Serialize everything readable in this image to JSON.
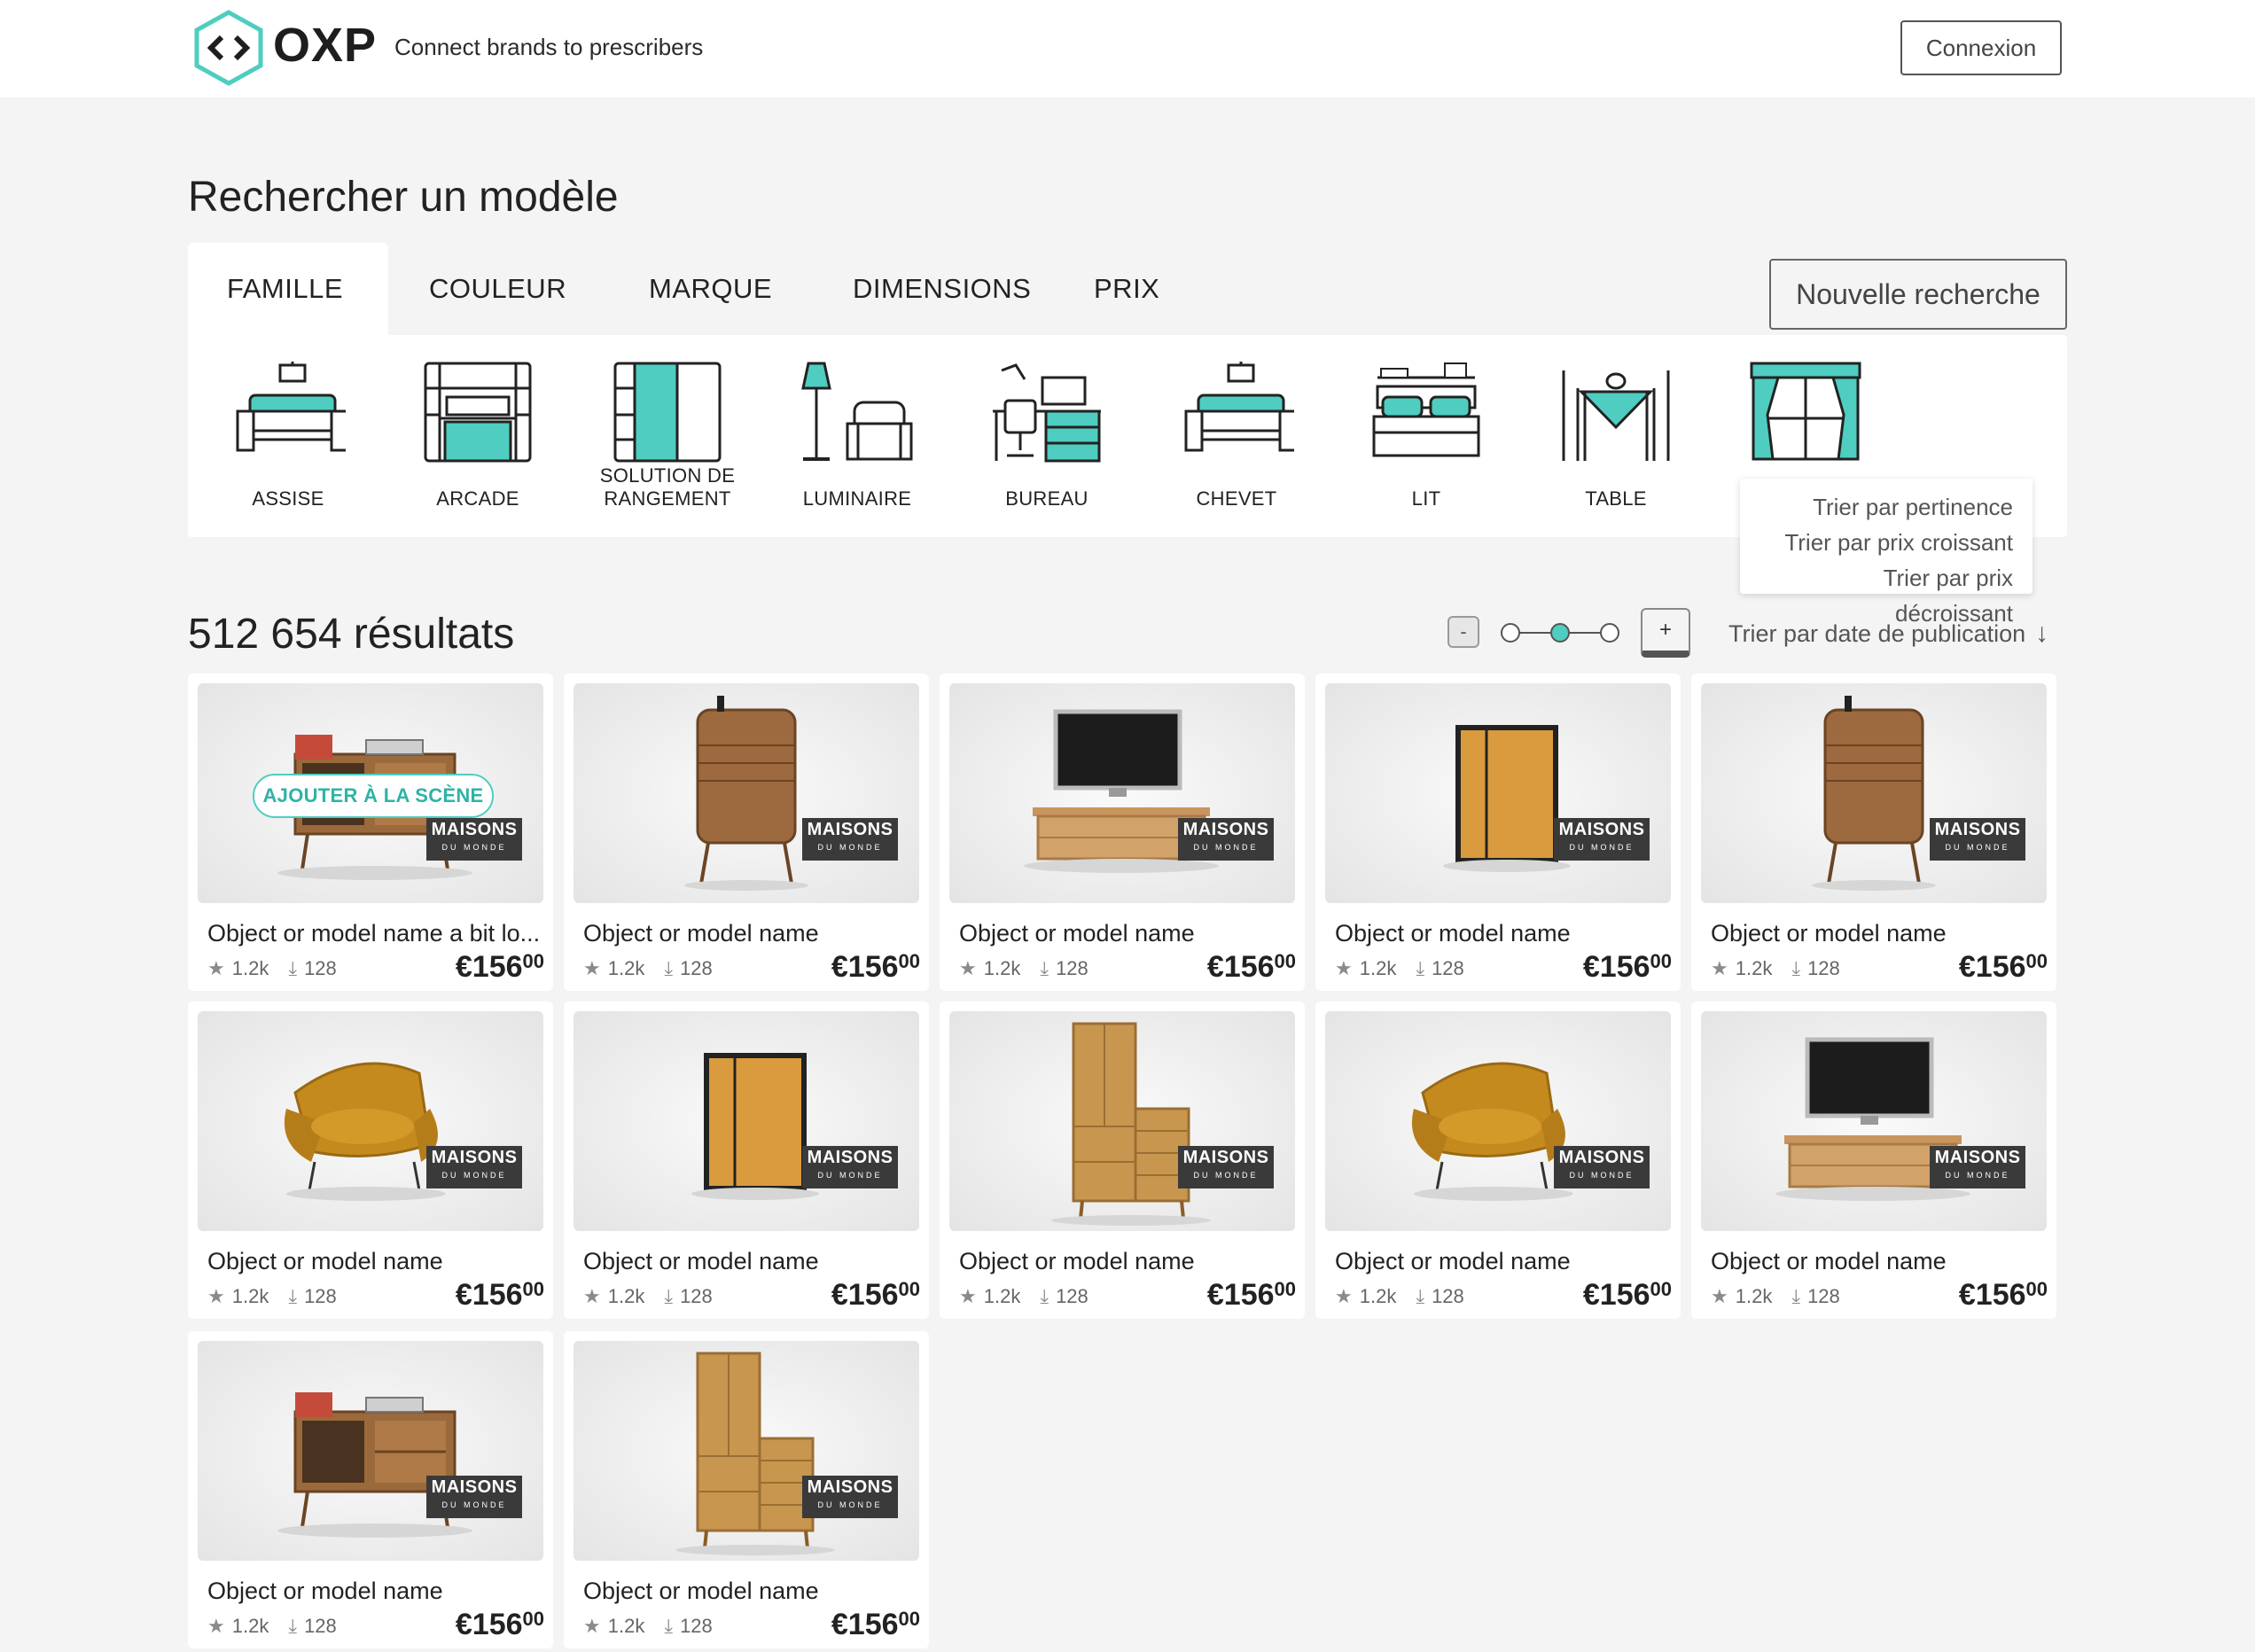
{
  "header": {
    "brand": "OXP",
    "tagline": "Connect brands to prescribers",
    "login_label": "Connexion"
  },
  "page_title": "Rechercher un modèle",
  "tabs": [
    {
      "label": "FAMILLE",
      "active": true
    },
    {
      "label": "COULEUR",
      "active": false
    },
    {
      "label": "MARQUE",
      "active": false
    },
    {
      "label": "DIMENSIONS",
      "active": false
    },
    {
      "label": "PRIX",
      "active": false
    }
  ],
  "new_search_label": "Nouvelle recherche",
  "categories": [
    {
      "label": "ASSISE",
      "icon": "sofa-icon"
    },
    {
      "label": "ARCADE",
      "icon": "arcade-icon"
    },
    {
      "label": "SOLUTION DE",
      "label2": "RANGEMENT",
      "icon": "wardrobe-icon"
    },
    {
      "label": "LUMINAIRE",
      "icon": "lamp-icon"
    },
    {
      "label": "BUREAU",
      "icon": "desk-icon"
    },
    {
      "label": "CHEVET",
      "icon": "sofa-icon"
    },
    {
      "label": "LIT",
      "icon": "bed-icon"
    },
    {
      "label": "TABLE",
      "icon": "table-icon"
    },
    {
      "label": "",
      "icon": "curtain-window-icon"
    }
  ],
  "sort": {
    "options": [
      "Trier par pertinence",
      "Trier par prix croissant",
      "Trier par prix décroissant"
    ],
    "current": "Trier par date de publication"
  },
  "zoom": {
    "minus": "-",
    "plus": "+",
    "level": 2,
    "levels": 3
  },
  "results_count": "512 654 résultats",
  "add_scene_label": "AJOUTER À LA SCÈNE",
  "brand_badge": {
    "line1": "MAISONS",
    "line2": "DU MONDE"
  },
  "products": [
    {
      "name": "Object or model name a bit lo...",
      "likes": "1.2k",
      "downloads": "128",
      "price": "€156",
      "cents": "00",
      "kind": "record-cabinet"
    },
    {
      "name": "Object or model name",
      "likes": "1.2k",
      "downloads": "128",
      "price": "€156",
      "cents": "00",
      "kind": "secretary"
    },
    {
      "name": "Object or model name",
      "likes": "1.2k",
      "downloads": "128",
      "price": "€156",
      "cents": "00",
      "kind": "tv-stand"
    },
    {
      "name": "Object or model name",
      "likes": "1.2k",
      "downloads": "128",
      "price": "€156",
      "cents": "00",
      "kind": "locker"
    },
    {
      "name": "Object or model name",
      "likes": "1.2k",
      "downloads": "128",
      "price": "€156",
      "cents": "00",
      "kind": "secretary"
    },
    {
      "name": "Object or model name",
      "likes": "1.2k",
      "downloads": "128",
      "price": "€156",
      "cents": "00",
      "kind": "armchair"
    },
    {
      "name": "Object or model name",
      "likes": "1.2k",
      "downloads": "128",
      "price": "€156",
      "cents": "00",
      "kind": "locker"
    },
    {
      "name": "Object or model name",
      "likes": "1.2k",
      "downloads": "128",
      "price": "€156",
      "cents": "00",
      "kind": "tall-cabinet"
    },
    {
      "name": "Object or model name",
      "likes": "1.2k",
      "downloads": "128",
      "price": "€156",
      "cents": "00",
      "kind": "armchair"
    },
    {
      "name": "Object or model name",
      "likes": "1.2k",
      "downloads": "128",
      "price": "€156",
      "cents": "00",
      "kind": "tv-stand"
    },
    {
      "name": "Object or model name",
      "likes": "1.2k",
      "downloads": "128",
      "price": "€156",
      "cents": "00",
      "kind": "record-cabinet"
    },
    {
      "name": "Object or model name",
      "likes": "1.2k",
      "downloads": "128",
      "price": "€156",
      "cents": "00",
      "kind": "tall-cabinet"
    }
  ],
  "colors": {
    "accent": "#4ecdc0",
    "text": "#2b2b2b",
    "background": "#f4f4f4"
  }
}
